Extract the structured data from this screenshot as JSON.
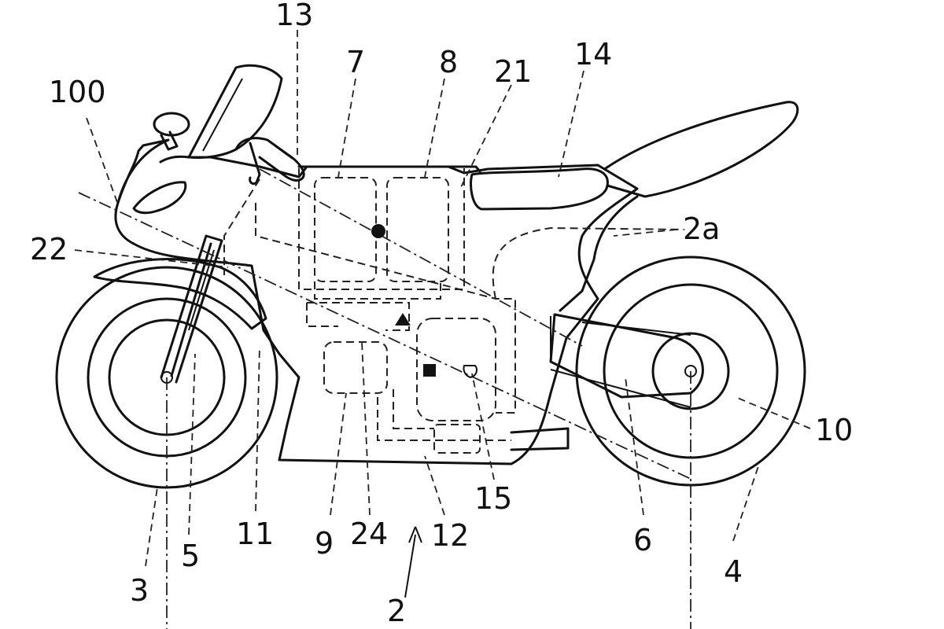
{
  "figure": {
    "labels": {
      "l13": "13",
      "l7": "7",
      "l8": "8",
      "l21": "21",
      "l14": "14",
      "l100": "100",
      "l2a": "2a",
      "l22": "22",
      "l10": "10",
      "l11": "11",
      "l9": "9",
      "l24": "24",
      "l12": "12",
      "l15": "15",
      "l6": "6",
      "l4": "4",
      "l5": "5",
      "l3": "3",
      "l2": "2"
    }
  }
}
